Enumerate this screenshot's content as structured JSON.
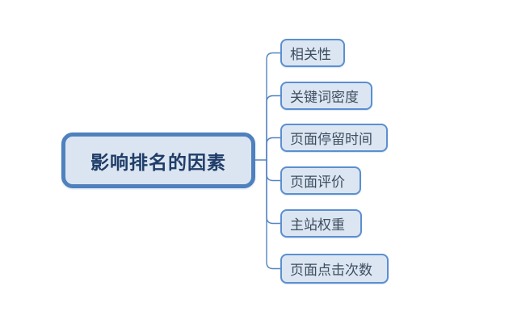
{
  "diagram": {
    "type": "mindmap",
    "root": {
      "label": "影响排名的因素"
    },
    "children": [
      {
        "label": "相关性"
      },
      {
        "label": "关键词密度"
      },
      {
        "label": "页面停留时间"
      },
      {
        "label": "页面评价"
      },
      {
        "label": "主站权重"
      },
      {
        "label": "页面点击次数"
      }
    ],
    "colors": {
      "background": "#ffffff",
      "root_border": "#4e81bd",
      "root_fill": "#dbe5f1",
      "root_text": "#1f3d68",
      "child_border": "#5b8fd0",
      "child_fill": "#dce6f3",
      "child_text": "#3d4d5e",
      "connector": "#5585c2"
    }
  }
}
